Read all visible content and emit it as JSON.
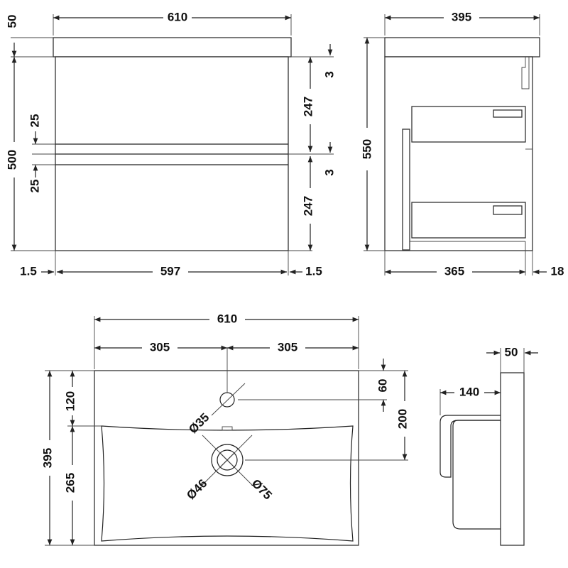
{
  "front_view": {
    "width_total": "610",
    "top_height": "50",
    "body_height": "500",
    "gap_upper": "25",
    "gap_lower": "25",
    "drawer_upper": "247",
    "drawer_lower": "247",
    "reveal_upper": "3",
    "reveal_lower": "3",
    "side_left": "1.5",
    "front_width": "597",
    "side_right": "1.5"
  },
  "side_view": {
    "depth_total": "395",
    "height_total": "550",
    "body_depth": "365",
    "front_depth": "18"
  },
  "basin_plan": {
    "width_total": "610",
    "half_left": "305",
    "half_right": "305",
    "back_to_bowl": "120",
    "bowl_depth": "265",
    "depth_total": "395",
    "tap_offset": "60",
    "waste_offset": "200",
    "tap_hole_dia": "Ø35",
    "waste_inner_dia": "Ø46",
    "waste_outer_dia": "Ø75"
  },
  "basin_side": {
    "thickness": "50",
    "projection": "140"
  },
  "colors": {
    "line": "#222222",
    "background": "#ffffff"
  }
}
